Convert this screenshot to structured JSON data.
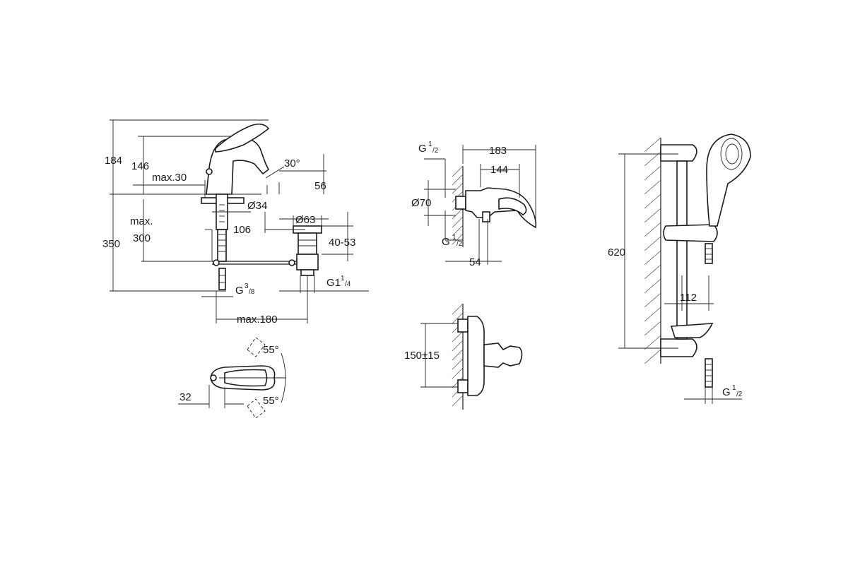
{
  "basin_mixer": {
    "dim_height_total": "184",
    "dim_height_spout": "146",
    "dim_max_30": "max.30",
    "dim_angle_spout": "30°",
    "dim_56": "56",
    "dim_dia34": "Ø34",
    "dim_max": "max.",
    "dim_300": "300",
    "dim_106": "106",
    "dim_dia63": "Ø63",
    "dim_350": "350",
    "dim_40_53": "40-53",
    "thread_g": "G",
    "thread_g_sup": "3",
    "thread_g_sub": "/8",
    "thread_g1": "G1",
    "thread_g1_sup": "1",
    "thread_g1_sub": "/4",
    "dim_max180": "max.180"
  },
  "basin_mixer_top": {
    "angle_upper": "55°",
    "angle_lower": "55°",
    "dim_32": "32"
  },
  "shower_mixer_side": {
    "thread_top": "G",
    "thread_top_sup": "1",
    "thread_top_sub": "/2",
    "dim_183": "183",
    "dim_144": "144",
    "dim_dia70": "Ø70",
    "thread_bottom": "G",
    "thread_bottom_sup": "1",
    "thread_bottom_sub": "/2",
    "dim_54": "54"
  },
  "shower_mixer_front": {
    "dim_150": "150±15"
  },
  "shower_rail": {
    "dim_620": "620",
    "dim_112": "112",
    "thread": "G",
    "thread_sup": "1",
    "thread_sub": "/2"
  }
}
